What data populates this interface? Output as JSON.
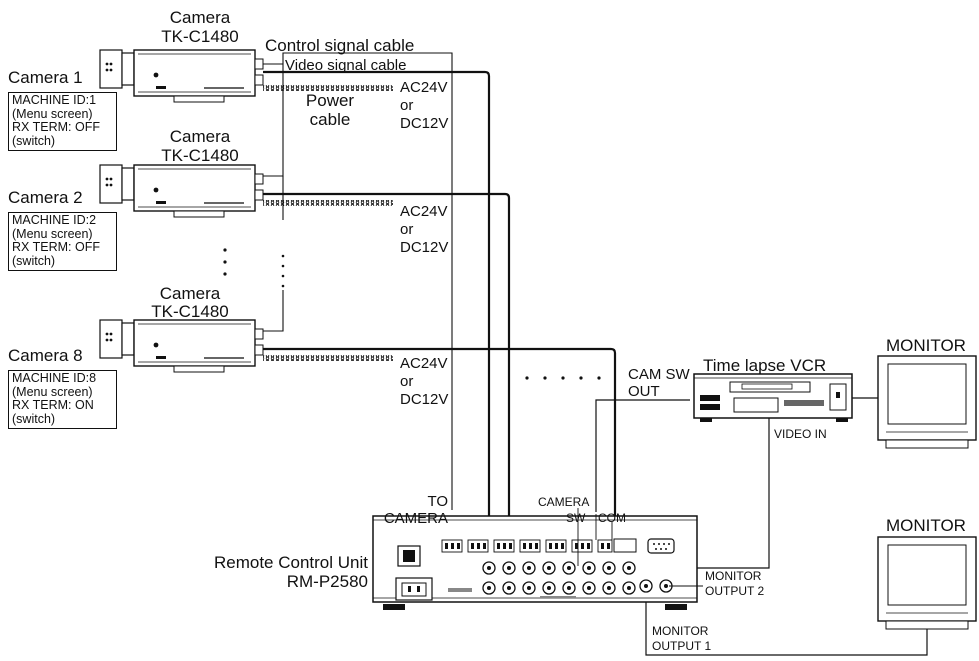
{
  "cameras": [
    {
      "name": "Camera 1",
      "model_word": "Camera",
      "model": "TK-C1480",
      "machine_id": "MACHINE ID:1",
      "menu_note": "(Menu screen)",
      "rx_term": "RX TERM: OFF",
      "switch_note": "(switch)",
      "power_a": "AC24V",
      "power_or": "or",
      "power_b": "DC12V"
    },
    {
      "name": "Camera 2",
      "model_word": "Camera",
      "model": "TK-C1480",
      "machine_id": "MACHINE ID:2",
      "menu_note": "(Menu screen)",
      "rx_term": "RX TERM: OFF",
      "switch_note": "(switch)",
      "power_a": "AC24V",
      "power_or": "or",
      "power_b": "DC12V"
    },
    {
      "name": "Camera 8",
      "model_word": "Camera",
      "model": "TK-C1480",
      "machine_id": "MACHINE ID:8",
      "menu_note": "(Menu screen)",
      "rx_term": "RX TERM: ON",
      "switch_note": "(switch)",
      "power_a": "AC24V",
      "power_or": "or",
      "power_b": "DC12V"
    }
  ],
  "cables": {
    "control": "Control signal cable",
    "video": "Video signal cable",
    "power_line1": "Power",
    "power_line2": "cable"
  },
  "rcu": {
    "name": "Remote Control Unit",
    "model": "RM-P2580",
    "to_camera_line1": "TO",
    "to_camera_line2": "CAMERA",
    "camera_sw_line1": "CAMERA",
    "camera_sw_line2": "SW",
    "com": "COM",
    "monitor_output_2_line1": "MONITOR",
    "monitor_output_2_line2": "OUTPUT 2",
    "monitor_output_1_line1": "MONITOR",
    "monitor_output_1_line2": "OUTPUT 1"
  },
  "vcr": {
    "name": "Time lapse VCR",
    "cam_sw_line1": "CAM SW",
    "cam_sw_line2": "OUT",
    "video_in": "VIDEO IN"
  },
  "monitors": {
    "top": "MONITOR",
    "bottom": "MONITOR"
  }
}
